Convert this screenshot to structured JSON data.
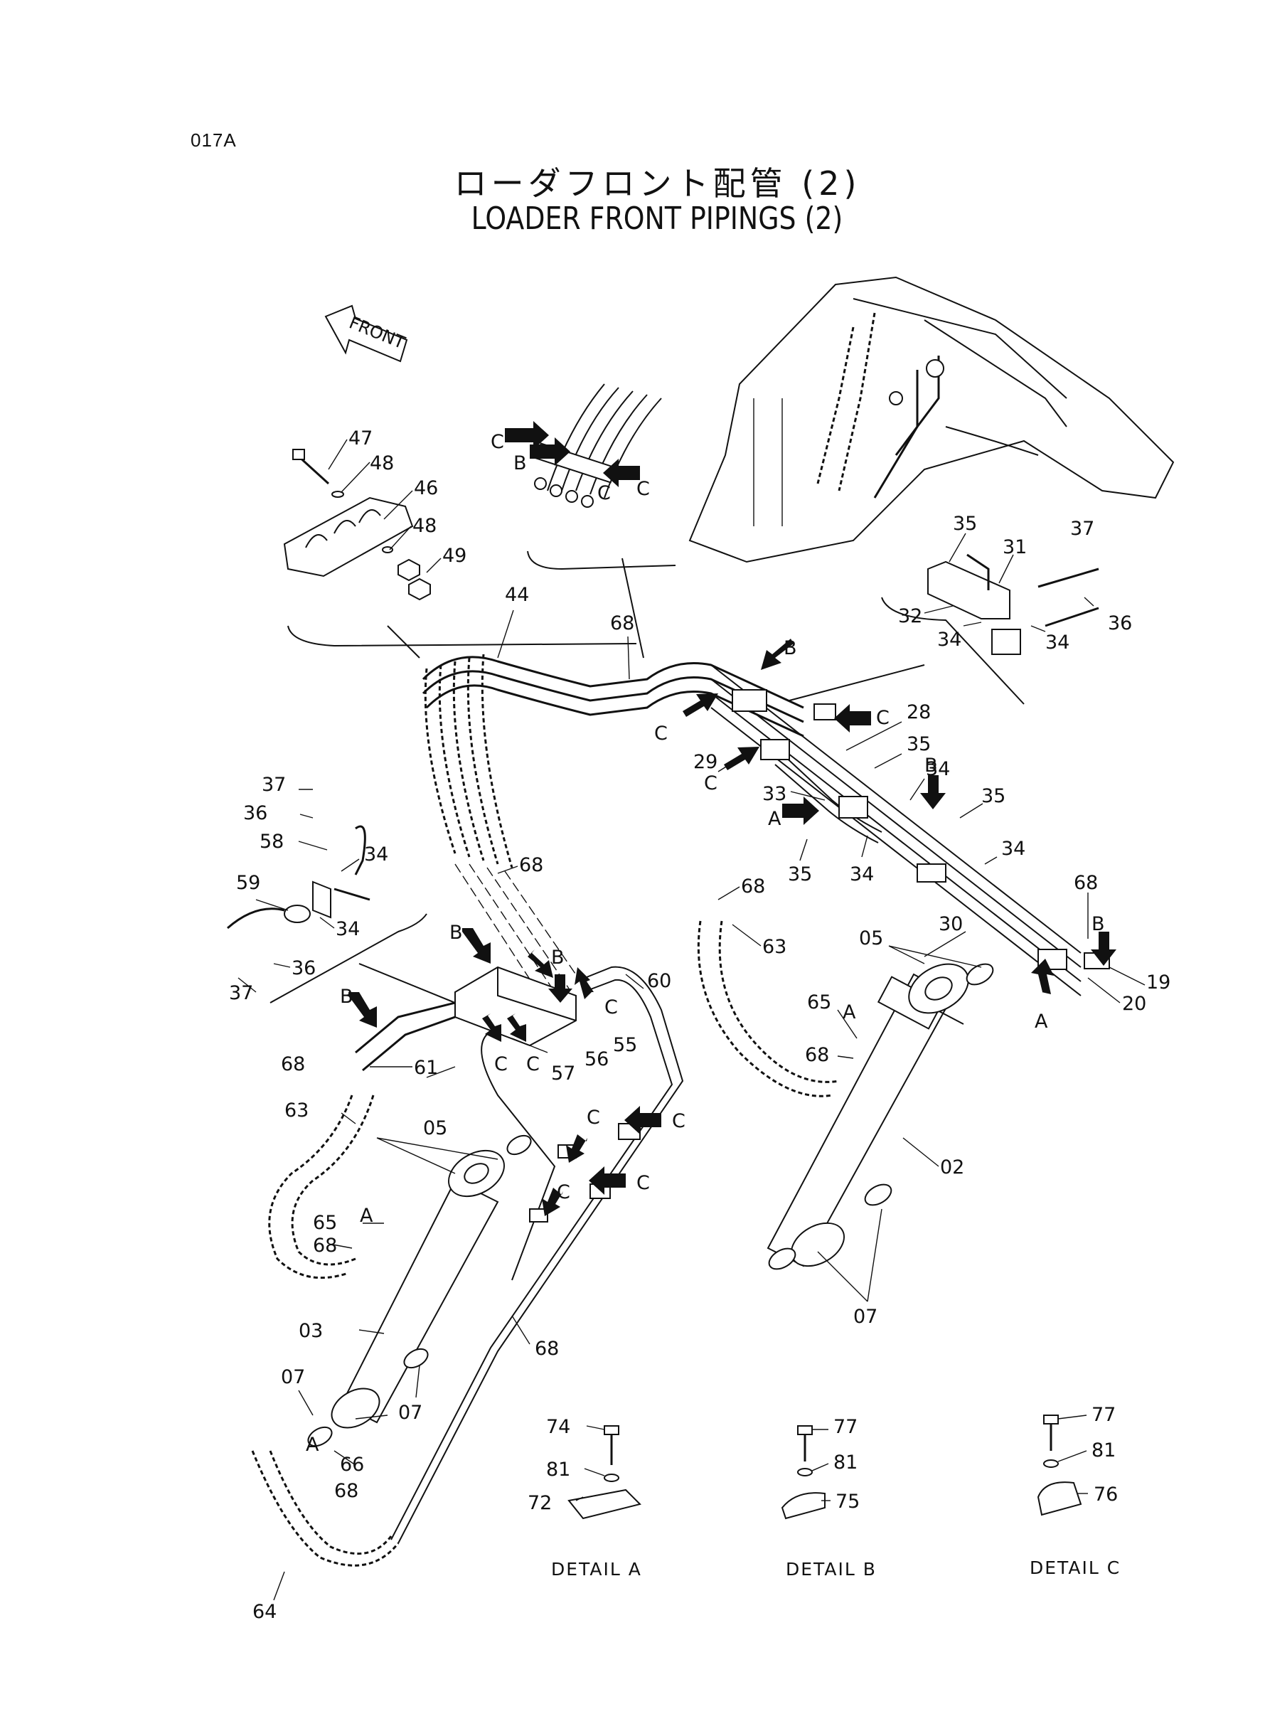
{
  "page_code": "017A",
  "title_jp": "ローダフロント配管 (2)",
  "title_en": "LOADER FRONT PIPINGS (2)",
  "front_label": "FRONT",
  "callouts": [
    {
      "id": "47",
      "text": "47"
    },
    {
      "id": "48a",
      "text": "48"
    },
    {
      "id": "46",
      "text": "46"
    },
    {
      "id": "48b",
      "text": "48"
    },
    {
      "id": "49",
      "text": "49"
    },
    {
      "id": "44",
      "text": "44"
    },
    {
      "id": "68a",
      "text": "68"
    },
    {
      "id": "35a",
      "text": "35"
    },
    {
      "id": "31",
      "text": "31"
    },
    {
      "id": "37a",
      "text": "37"
    },
    {
      "id": "32",
      "text": "32"
    },
    {
      "id": "34a",
      "text": "34"
    },
    {
      "id": "34b",
      "text": "34"
    },
    {
      "id": "36a",
      "text": "36"
    },
    {
      "id": "28",
      "text": "28"
    },
    {
      "id": "35b",
      "text": "35"
    },
    {
      "id": "29",
      "text": "29"
    },
    {
      "id": "34c",
      "text": "34"
    },
    {
      "id": "33",
      "text": "33"
    },
    {
      "id": "35c",
      "text": "35"
    },
    {
      "id": "35d",
      "text": "35"
    },
    {
      "id": "34d",
      "text": "34"
    },
    {
      "id": "34e",
      "text": "34"
    },
    {
      "id": "68b",
      "text": "68"
    },
    {
      "id": "30",
      "text": "30"
    },
    {
      "id": "19",
      "text": "19"
    },
    {
      "id": "20",
      "text": "20"
    },
    {
      "id": "05a",
      "text": "05"
    },
    {
      "id": "65a",
      "text": "65"
    },
    {
      "id": "68c",
      "text": "68"
    },
    {
      "id": "02",
      "text": "02"
    },
    {
      "id": "07a",
      "text": "07"
    },
    {
      "id": "37b",
      "text": "37"
    },
    {
      "id": "36b",
      "text": "36"
    },
    {
      "id": "58",
      "text": "58"
    },
    {
      "id": "34f",
      "text": "34"
    },
    {
      "id": "59",
      "text": "59"
    },
    {
      "id": "34g",
      "text": "34"
    },
    {
      "id": "37c",
      "text": "37"
    },
    {
      "id": "36c",
      "text": "36"
    },
    {
      "id": "68d",
      "text": "68"
    },
    {
      "id": "68e",
      "text": "68"
    },
    {
      "id": "63a",
      "text": "63"
    },
    {
      "id": "60",
      "text": "60"
    },
    {
      "id": "55",
      "text": "55"
    },
    {
      "id": "56",
      "text": "56"
    },
    {
      "id": "57",
      "text": "57"
    },
    {
      "id": "61",
      "text": "61"
    },
    {
      "id": "68f",
      "text": "68"
    },
    {
      "id": "63b",
      "text": "63"
    },
    {
      "id": "05b",
      "text": "05"
    },
    {
      "id": "65b",
      "text": "65"
    },
    {
      "id": "68g",
      "text": "68"
    },
    {
      "id": "03",
      "text": "03"
    },
    {
      "id": "07b",
      "text": "07"
    },
    {
      "id": "07c",
      "text": "07"
    },
    {
      "id": "68h",
      "text": "68"
    },
    {
      "id": "66",
      "text": "66"
    },
    {
      "id": "68i",
      "text": "68"
    },
    {
      "id": "64",
      "text": "64"
    }
  ],
  "arrow_letters": {
    "A": "A",
    "B": "B",
    "C": "C"
  },
  "details": [
    {
      "name": "DETAIL  A",
      "parts": [
        "74",
        "81",
        "72"
      ]
    },
    {
      "name": "DETAIL  B",
      "parts": [
        "77",
        "81",
        "75"
      ]
    },
    {
      "name": "DETAIL  C",
      "parts": [
        "77",
        "81",
        "76"
      ]
    }
  ]
}
